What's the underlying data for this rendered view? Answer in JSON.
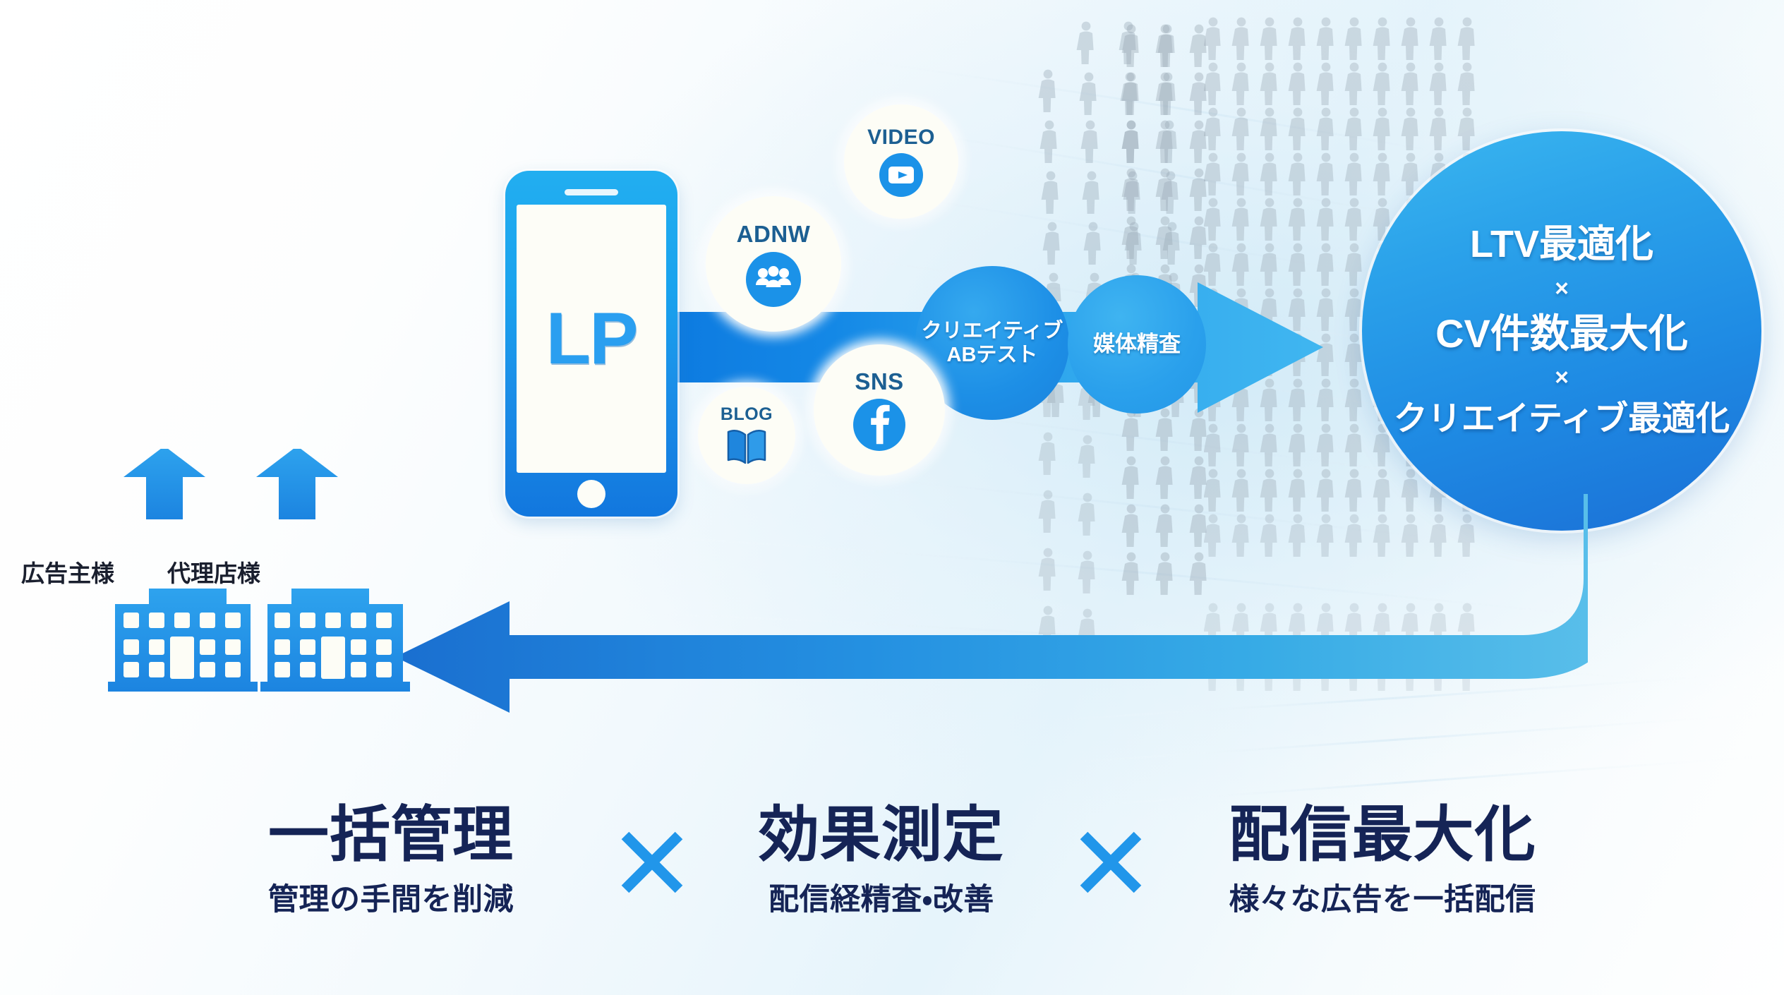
{
  "colors": {
    "accent_blue": "#2196ea",
    "deep_blue": "#1277de",
    "light_blue": "#3fb3e8",
    "navy_text": "#152456",
    "circle_blue": "#1f8ce4",
    "label_blue": "#1c5f92",
    "crowd_grey": "#9aa8b4"
  },
  "phone": {
    "screen_label": "LP"
  },
  "channels": [
    {
      "id": "video",
      "label": "VIDEO",
      "icon": "play-video-icon"
    },
    {
      "id": "adnw",
      "label": "ADNW",
      "icon": "people-group-icon"
    },
    {
      "id": "sns",
      "label": "SNS",
      "icon": "facebook-f-icon"
    },
    {
      "id": "blog",
      "label": "BLOG",
      "icon": "open-book-icon"
    }
  ],
  "process": {
    "ab_test_line1": "クリエイティブ",
    "ab_test_line2": "ABテスト",
    "media_review": "媒体精査"
  },
  "result": {
    "line1": "LTV最適化",
    "sep1": "×",
    "line2": "CV件数最大化",
    "sep2": "×",
    "line3": "クリエイティブ最適化"
  },
  "clients": [
    {
      "id": "advertiser",
      "label": "広告主様",
      "icon": "office-building-icon",
      "arrow": "up-arrow-icon"
    },
    {
      "id": "agency",
      "label": "代理店様",
      "icon": "office-building-icon",
      "arrow": "up-arrow-icon"
    }
  ],
  "pillars": [
    {
      "id": "batch-management",
      "title": "一括管理",
      "subtitle": "管理の手間を削減"
    },
    {
      "id": "effect-measurement",
      "title": "効果測定",
      "subtitle": "配信経精査・改善"
    },
    {
      "id": "delivery-maximization",
      "title": "配信最大化",
      "subtitle": "様々な広告を一括配信"
    }
  ],
  "separators": [
    {
      "id": "sep-1",
      "symbol": "×"
    },
    {
      "id": "sep-2",
      "symbol": "×"
    }
  ]
}
